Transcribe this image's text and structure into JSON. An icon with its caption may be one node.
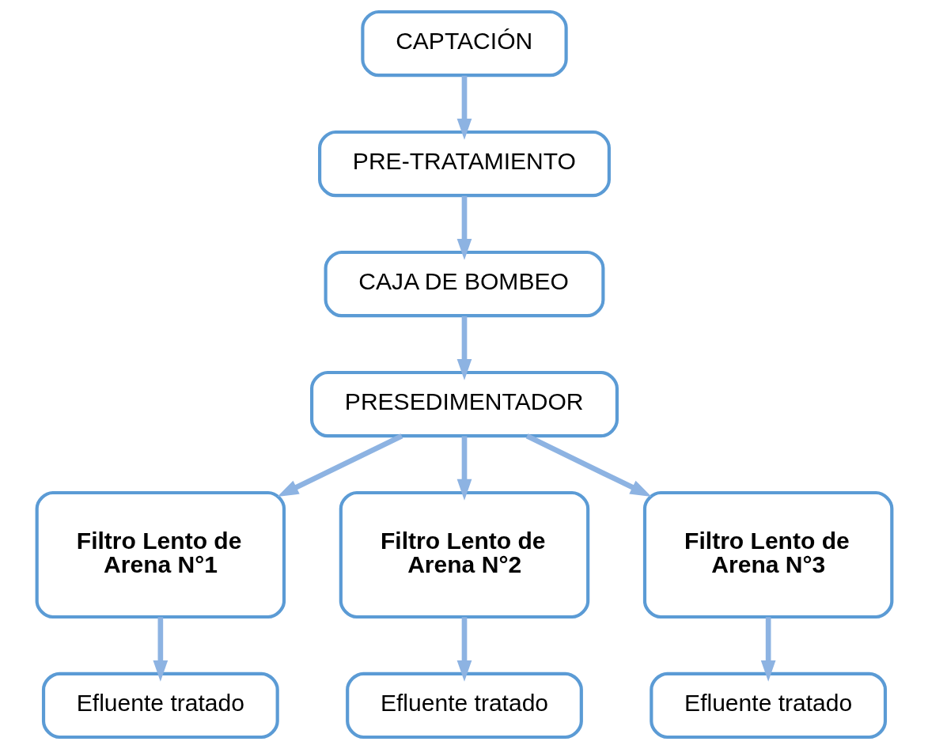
{
  "diagram": {
    "nodes": [
      {
        "text": [
          "CAPTACIÓN"
        ]
      },
      {
        "text": [
          "PRE-TRATAMIENTO"
        ]
      },
      {
        "text": [
          "CAJA DE BOMBEO"
        ]
      },
      {
        "text": [
          "PRESEDIMENTADOR"
        ]
      },
      {
        "text": [
          "Filtro Lento de Arena N°1"
        ]
      },
      {
        "text": [
          "Filtro Lento de Arena N°2"
        ]
      },
      {
        "text": [
          "Filtro Lento de Arena N°3"
        ]
      },
      {
        "text": [
          "Efluente tratado"
        ]
      },
      {
        "text": [
          "Efluente tratado"
        ]
      },
      {
        "text": [
          "Efluente tratado"
        ]
      }
    ],
    "edges": [
      {
        "from": 0,
        "to": 1,
        "arrow": "to"
      },
      {
        "from": 1,
        "to": 2,
        "arrow": "to"
      },
      {
        "from": 2,
        "to": 3,
        "arrow": "to"
      },
      {
        "from": 3,
        "to": 4,
        "arrow": "to"
      },
      {
        "from": 3,
        "to": 5,
        "arrow": "to"
      },
      {
        "from": 3,
        "to": 6,
        "arrow": "to"
      },
      {
        "from": 4,
        "to": 7,
        "arrow": "to"
      },
      {
        "from": 5,
        "to": 8,
        "arrow": "to"
      },
      {
        "from": 6,
        "to": 9,
        "arrow": "to"
      }
    ]
  }
}
